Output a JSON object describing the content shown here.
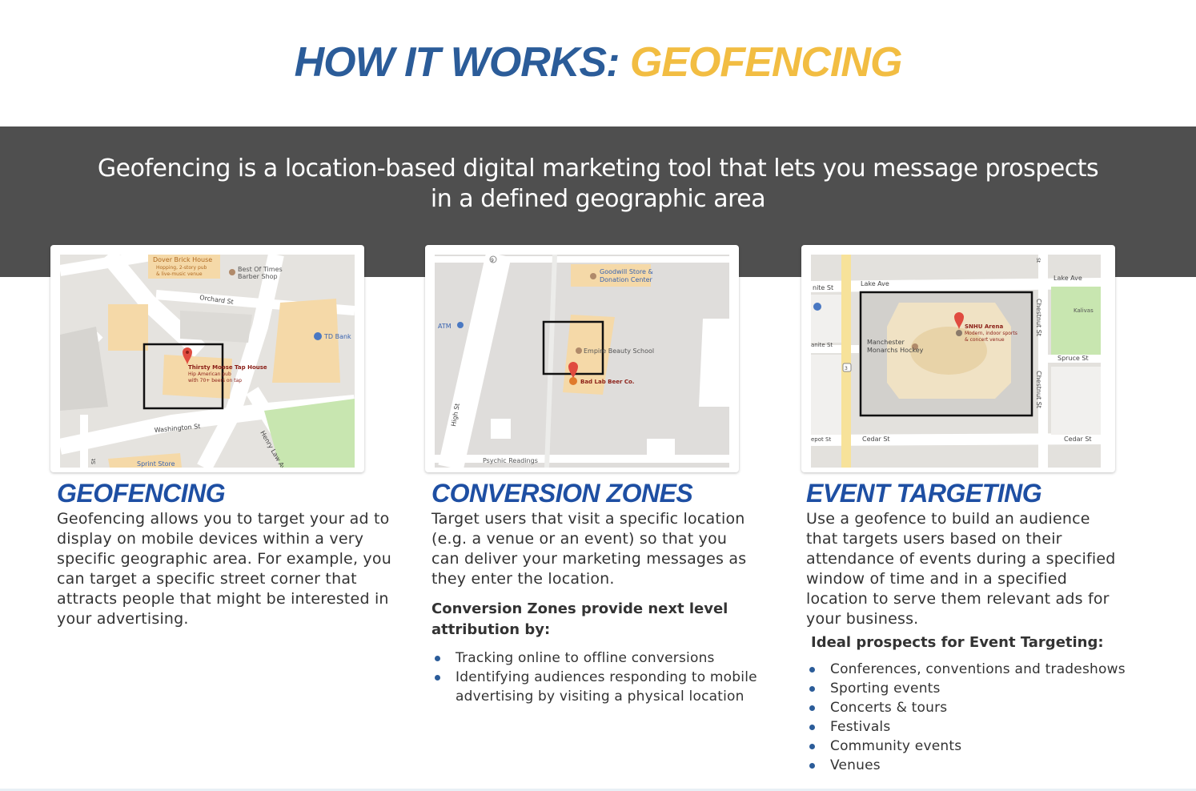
{
  "header": {
    "title_part1": "HOW IT WORKS:",
    "title_part2": "GEOFENCING"
  },
  "intro": {
    "line1": "Geofencing is a location-based digital marketing tool that lets you message prospects",
    "line2": "in a defined geographic area"
  },
  "maps": {
    "map1": {
      "labels": [
        "Dover Brick House",
        "Hopping, 2-story pub",
        "& live-music venue",
        "Best Of Times",
        "Barber Shop",
        "Orchard St",
        "TD Bank",
        "Thirsty Moose Tap House",
        "Hip American pub",
        "with 70+ beers on tap",
        "Washington St",
        "Henry Law Av",
        "Sprint Store",
        "St"
      ]
    },
    "map2": {
      "labels": [
        "Goodwill Store &",
        "Donation Center",
        "ATM",
        "Empire Beauty School",
        "Bad Lab Beer Co.",
        "High St",
        "Psychic Readings",
        "9"
      ]
    },
    "map3": {
      "labels": [
        "Lake Ave",
        "Lake Ave",
        "nite St",
        "anite St",
        "Chestnut St",
        "Chestnut St",
        "SNHU Arena",
        "Modern, indoor sports",
        "& concert venue",
        "Manchester",
        "Monarchs Hockey",
        "Spruce St",
        "Cedar St",
        "Cedar St",
        "epot St",
        "Kalivas",
        "3",
        "St"
      ]
    }
  },
  "sections": [
    {
      "heading": "GEOFENCING",
      "body": "Geofencing allows you to target your ad to display on mobile devices within a very specific geographic area. For example, you can target a specific street corner that attracts people that might be interested in your advertising."
    },
    {
      "heading": "CONVERSION ZONES",
      "body": "Target users that visit a specific location (e.g. a venue or an event) so that you can deliver your marketing messages as they enter the location.",
      "subhead": "Conversion Zones provide next level attribution by:",
      "bullets": [
        "Tracking online to offline conversions",
        "Identifying audiences responding to mobile advertising by visiting a physical location"
      ]
    },
    {
      "heading": "EVENT TARGETING",
      "body": "Use a geofence to build an audience that targets users based on their attendance of events during a specified window of time and in a specified location to serve them relevant ads for your business.",
      "subhead": "Ideal prospects for Event Targeting:",
      "bullets": [
        "Conferences, conventions and tradeshows",
        "Sporting events",
        "Concerts & tours",
        "Festivals",
        "Community events",
        "Venues"
      ]
    }
  ],
  "colors": {
    "title_blue": "#2b5c99",
    "title_gold": "#f2bd42",
    "band_gray": "#4f4f4f",
    "heading_blue": "#1e4fa3",
    "pin_red": "#e04b3f"
  }
}
